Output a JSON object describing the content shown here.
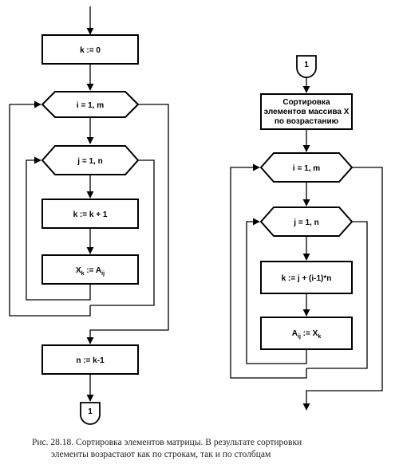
{
  "left": {
    "k0": "k := 0",
    "loop_i": "i = 1, m",
    "loop_j": "j = 1, n",
    "k_inc": "k := k + 1",
    "assign_x": {
      "x": "X",
      "x_sub": "k",
      "mid": " := A",
      "a_sub": "ij"
    },
    "n_assign": "n := k-1",
    "connector": "1"
  },
  "right": {
    "connector": "1",
    "sort_lines": [
      "Сортировка",
      "элементов массива X",
      "по возрастанию"
    ],
    "loop_i": "i = 1, m",
    "loop_j": "j = 1, n",
    "k_calc": "k := j + (i-1)*n",
    "assign_a": {
      "a": "A",
      "a_sub": "ij",
      "mid": " := X",
      "x_sub": "k"
    }
  },
  "caption": {
    "line1": "Рис. 28.18. Сортировка элементов матрицы. В результате сортировки",
    "line2": "элементы возрастают как по строкам, так и по столбцам"
  }
}
